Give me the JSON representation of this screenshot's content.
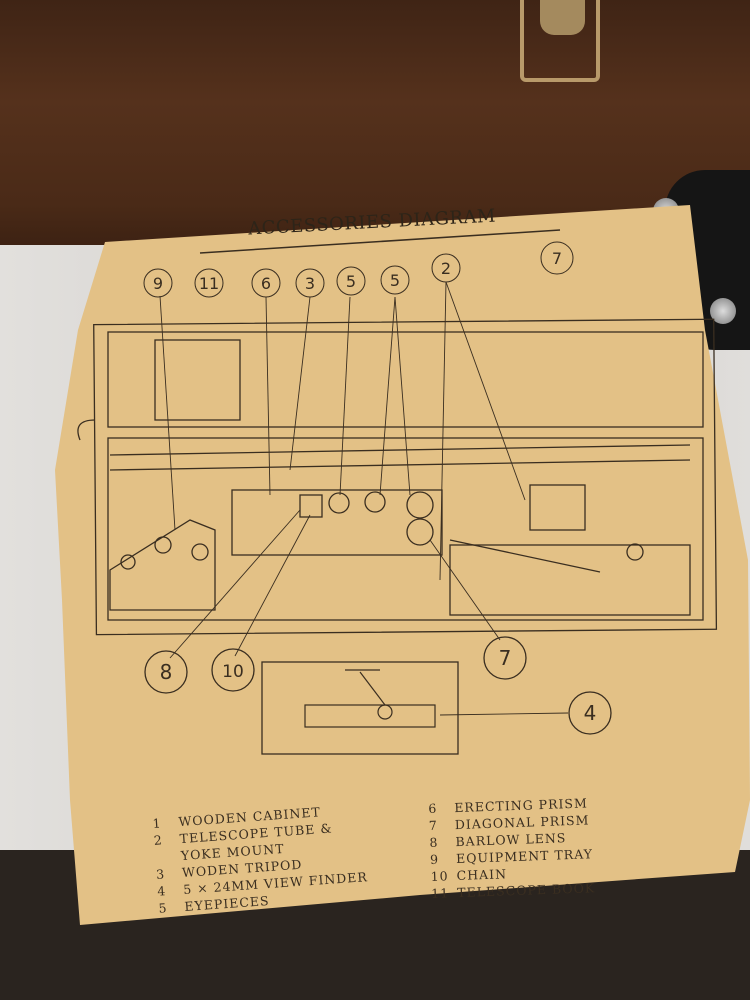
{
  "title": "ACCESSORIES DIAGRAM",
  "callouts_top": [
    "9",
    "11",
    "6",
    "3",
    "5",
    "5",
    "2",
    "7"
  ],
  "callouts_bottom": [
    "8",
    "10",
    "7",
    "4"
  ],
  "legend_left": [
    {
      "num": "1",
      "text": "WOODEN CABINET"
    },
    {
      "num": "2",
      "text": "TELESCOPE TUBE &"
    },
    {
      "num": "",
      "text": "YOKE MOUNT"
    },
    {
      "num": "3",
      "text": "WODEN TRIPOD"
    },
    {
      "num": "4",
      "text": "5 × 24MM VIEW FINDER"
    },
    {
      "num": "5",
      "text": "EYEPIECES"
    }
  ],
  "legend_right": [
    {
      "num": "6",
      "text": "ERECTING PRISM"
    },
    {
      "num": "7",
      "text": "DIAGONAL PRISM"
    },
    {
      "num": "8",
      "text": "BARLOW LENS"
    },
    {
      "num": "9",
      "text": "EQUIPMENT TRAY"
    },
    {
      "num": "10",
      "text": "CHAIN"
    },
    {
      "num": "11",
      "text": "TELESCOPE BOOK"
    }
  ],
  "colors": {
    "paper": "#e3c186",
    "ink": "#3a2e20",
    "wood": "#4a2a17"
  }
}
